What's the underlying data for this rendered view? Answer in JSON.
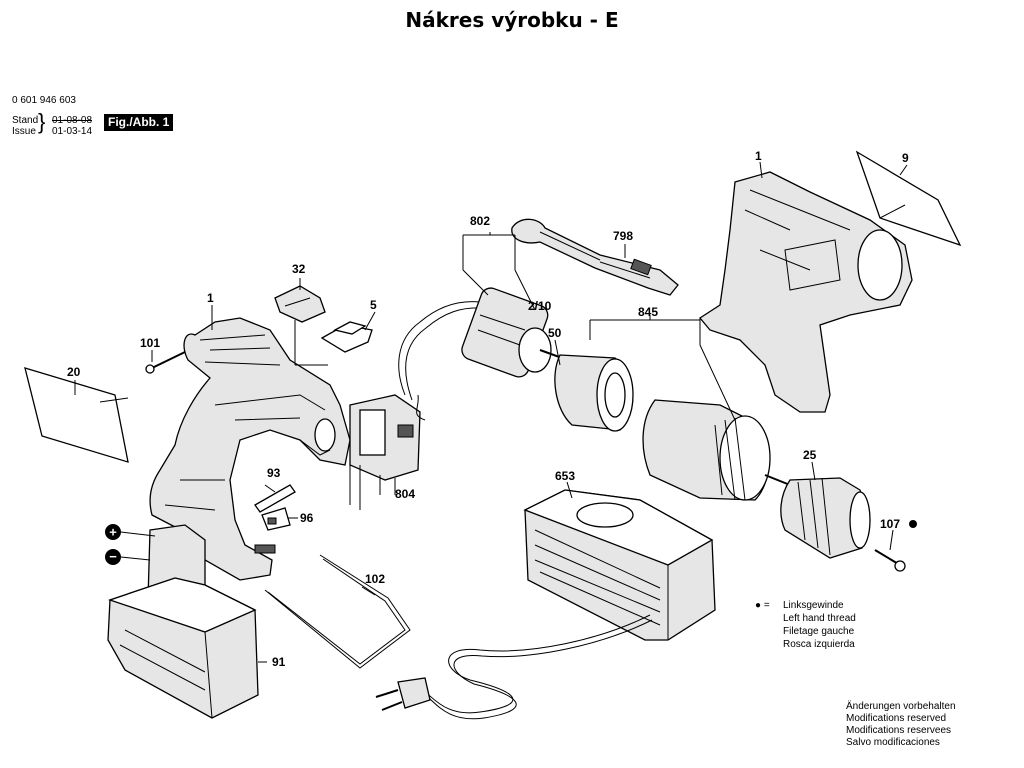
{
  "title": "Nákres výrobku - E",
  "header": {
    "part_number": "0 601 946 603",
    "stand_label": "Stand",
    "issue_label": "Issue",
    "stand_date_old": "01-08-08",
    "issue_date": "01-03-14",
    "figure_label": "Fig./Abb. 1"
  },
  "parts": {
    "p1_handle": "1",
    "p1_housing": "1",
    "p2_10": "2/10",
    "p5": "5",
    "p9": "9",
    "p20": "20",
    "p25": "25",
    "p32": "32",
    "p50": "50",
    "p91": "91",
    "p93": "93",
    "p96": "96",
    "p101": "101",
    "p102": "102",
    "p107": "107",
    "p653": "653",
    "p798": "798",
    "p802": "802",
    "p804": "804",
    "p845": "845"
  },
  "legend": {
    "bullet": "● =",
    "lines": [
      "Linksgewinde",
      "Left hand thread",
      "Filetage gauche",
      "Rosca izquierda"
    ]
  },
  "modifications": [
    "Änderungen vorbehalten",
    "Modifications reserved",
    "Modifications reservees",
    "Salvo modificaciones"
  ],
  "battery_plus": "+",
  "battery_minus": "−"
}
